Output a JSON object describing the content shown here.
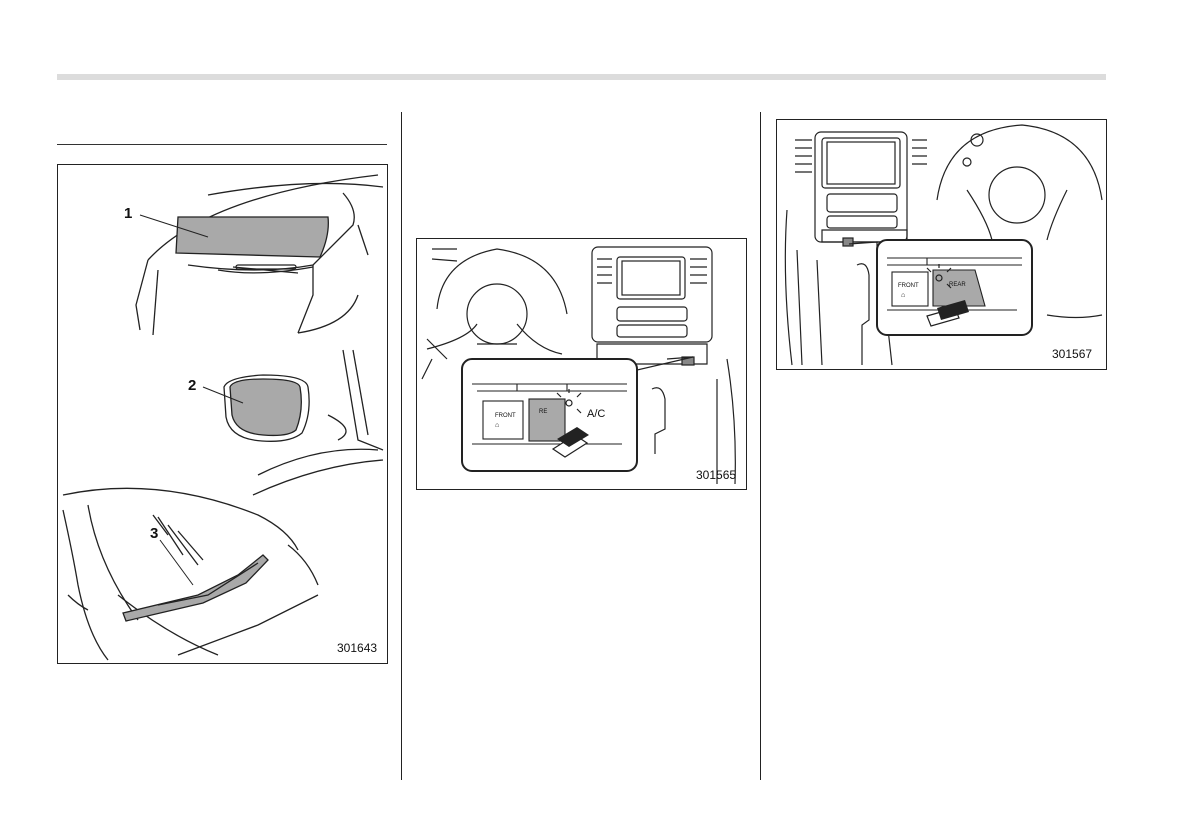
{
  "figures": {
    "fig1": {
      "id": "301643",
      "callouts": [
        "1",
        "2",
        "3"
      ]
    },
    "fig2": {
      "id": "301565",
      "labels": {
        "front": "FRONT",
        "rear": "RE",
        "ac": "A/C"
      }
    },
    "fig3": {
      "id": "301567",
      "labels": {
        "front": "FRONT",
        "rear": "REAR"
      }
    }
  },
  "colors": {
    "highlight": "#a9a9a9",
    "line": "#222222",
    "rule": "#dcdcdc"
  }
}
